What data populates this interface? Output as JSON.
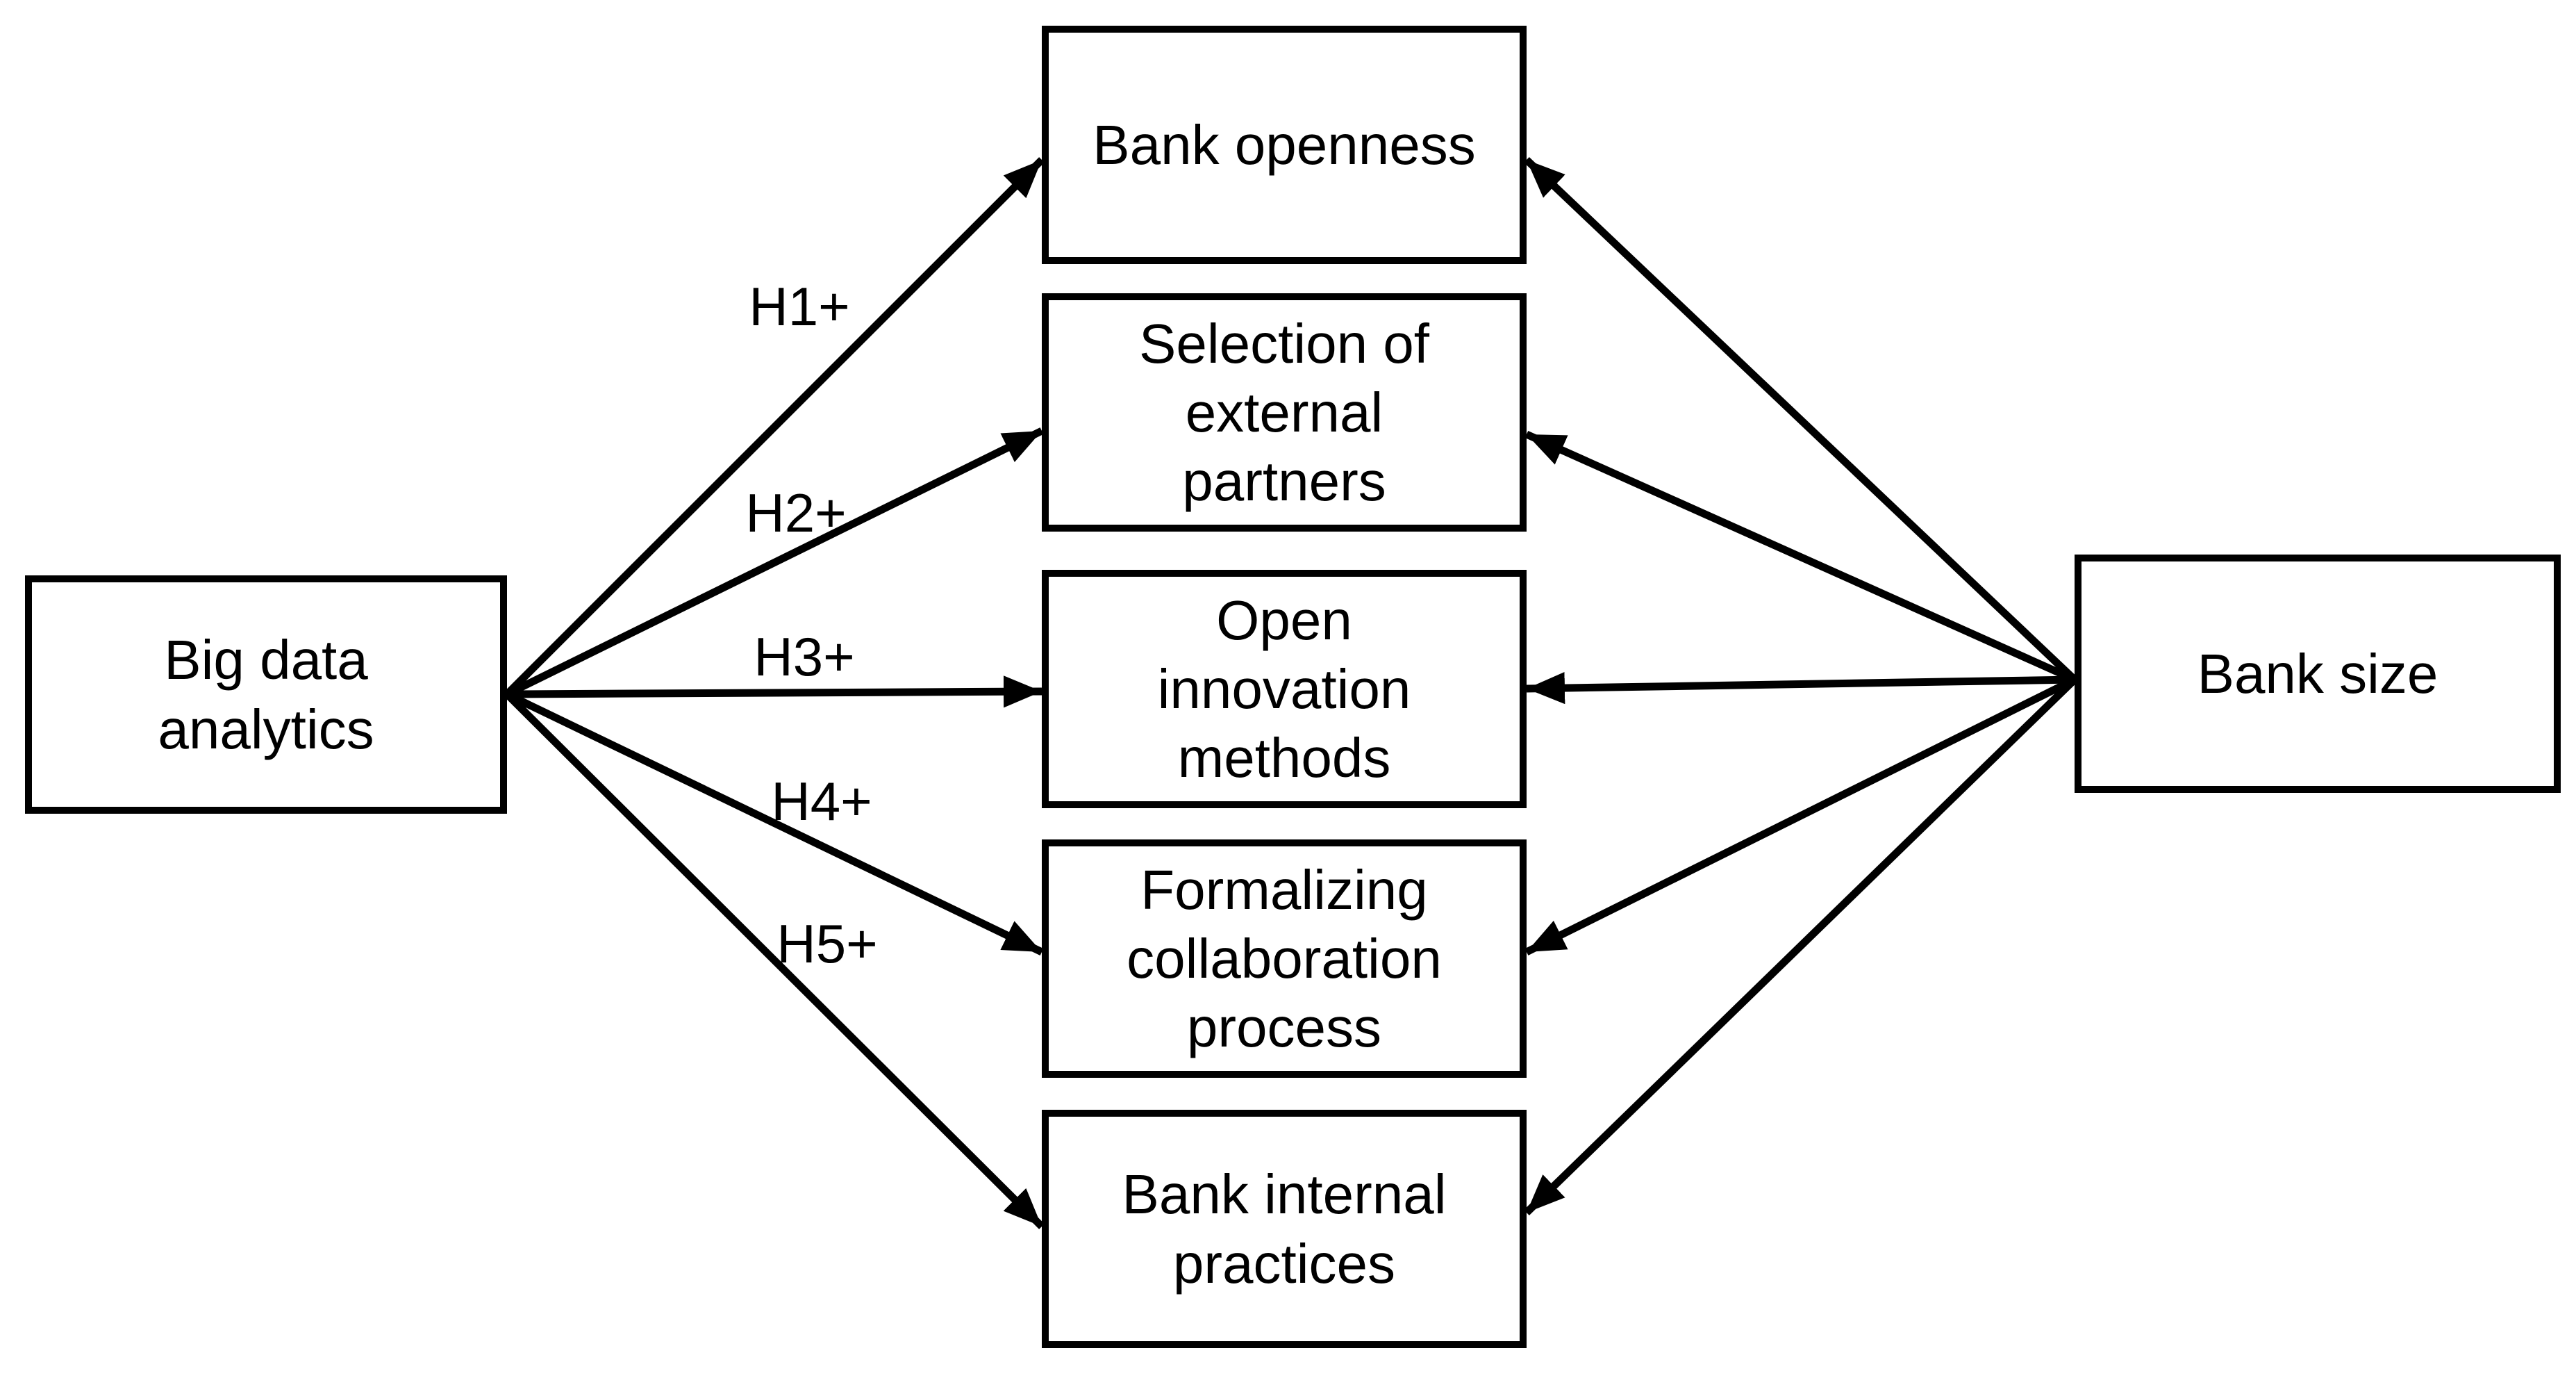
{
  "figure": {
    "type": "conceptual-model-diagram",
    "background_color": "#ffffff",
    "line_color": "#000000",
    "nodes": {
      "big_data_analytics": {
        "label": "Big data\nanalytics"
      },
      "bank_openness": {
        "label": "Bank openness"
      },
      "selection_of_external_partners": {
        "label": "Selection of\nexternal\npartners"
      },
      "open_innovation_methods": {
        "label": "Open\ninnovation\nmethods"
      },
      "formalizing_collaboration_process": {
        "label": "Formalizing\ncollaboration\nprocess"
      },
      "bank_internal_practices": {
        "label": "Bank internal\npractices"
      },
      "bank_size": {
        "label": "Bank size"
      }
    },
    "edges": [
      {
        "from": "big_data_analytics",
        "to": "bank_openness",
        "label": "H1+"
      },
      {
        "from": "big_data_analytics",
        "to": "selection_of_external_partners",
        "label": "H2+"
      },
      {
        "from": "big_data_analytics",
        "to": "open_innovation_methods",
        "label": "H3+"
      },
      {
        "from": "big_data_analytics",
        "to": "formalizing_collaboration_process",
        "label": "H4+"
      },
      {
        "from": "big_data_analytics",
        "to": "bank_internal_practices",
        "label": "H5+"
      },
      {
        "from": "bank_size",
        "to": "bank_openness",
        "label": ""
      },
      {
        "from": "bank_size",
        "to": "selection_of_external_partners",
        "label": ""
      },
      {
        "from": "bank_size",
        "to": "open_innovation_methods",
        "label": ""
      },
      {
        "from": "bank_size",
        "to": "formalizing_collaboration_process",
        "label": ""
      },
      {
        "from": "bank_size",
        "to": "bank_internal_practices",
        "label": ""
      }
    ]
  }
}
